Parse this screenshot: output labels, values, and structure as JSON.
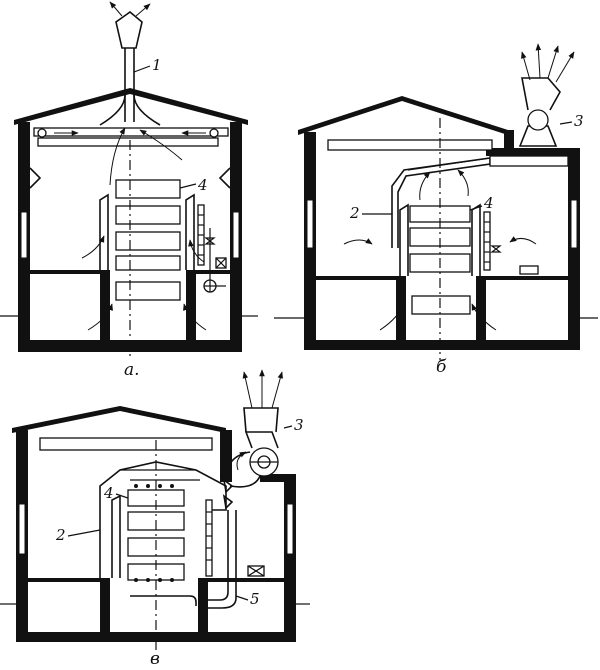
{
  "figures": [
    {
      "id": "a",
      "caption": "а.",
      "callouts": [
        {
          "name": "exhaust-pipe-callout",
          "text": "1"
        },
        {
          "name": "charge-load-callout",
          "text": "4"
        }
      ]
    },
    {
      "id": "b",
      "caption": "б",
      "callouts": [
        {
          "name": "hood-callout",
          "text": "2"
        },
        {
          "name": "fan-callout",
          "text": "3"
        },
        {
          "name": "charge-load-callout",
          "text": "4"
        }
      ]
    },
    {
      "id": "v",
      "caption": "в",
      "callouts": [
        {
          "name": "hood-callout",
          "text": "2"
        },
        {
          "name": "fan-callout",
          "text": "3"
        },
        {
          "name": "charge-load-callout",
          "text": "4"
        },
        {
          "name": "pipe-callout",
          "text": "5"
        }
      ]
    }
  ]
}
